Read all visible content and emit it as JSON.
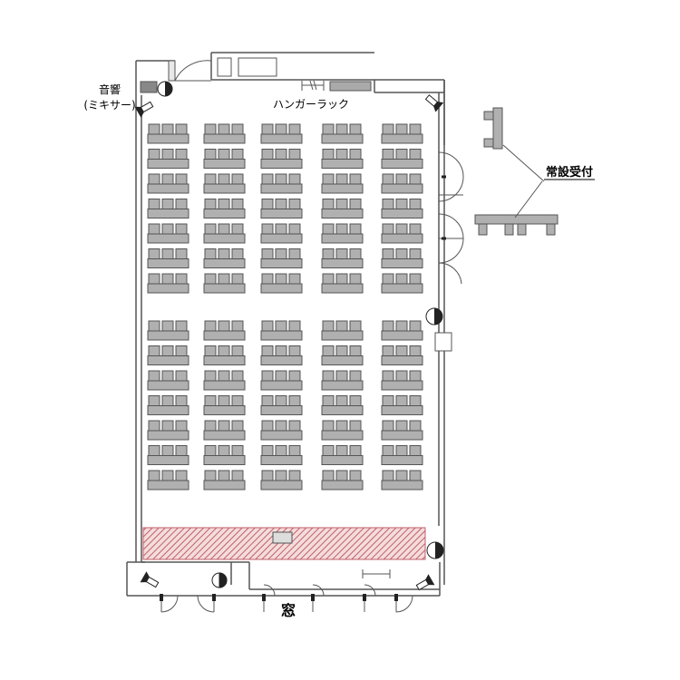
{
  "labels": {
    "sound_line1": "音響",
    "sound_line2": "(ミキサー)",
    "hanger_rack": "ハンガーラック",
    "reception": "常設受付",
    "window": "窓"
  },
  "seating": {
    "column_count": 5,
    "rows_per_block": 7,
    "block_count": 2,
    "seats_per_desk": 3
  },
  "colors": {
    "wall": "#555555",
    "desk": "#b0b0b0",
    "desk_stroke": "#555555",
    "stage_hatch": "#c0606a",
    "stage_fill": "#f4dcdc",
    "camera": "#222222"
  }
}
